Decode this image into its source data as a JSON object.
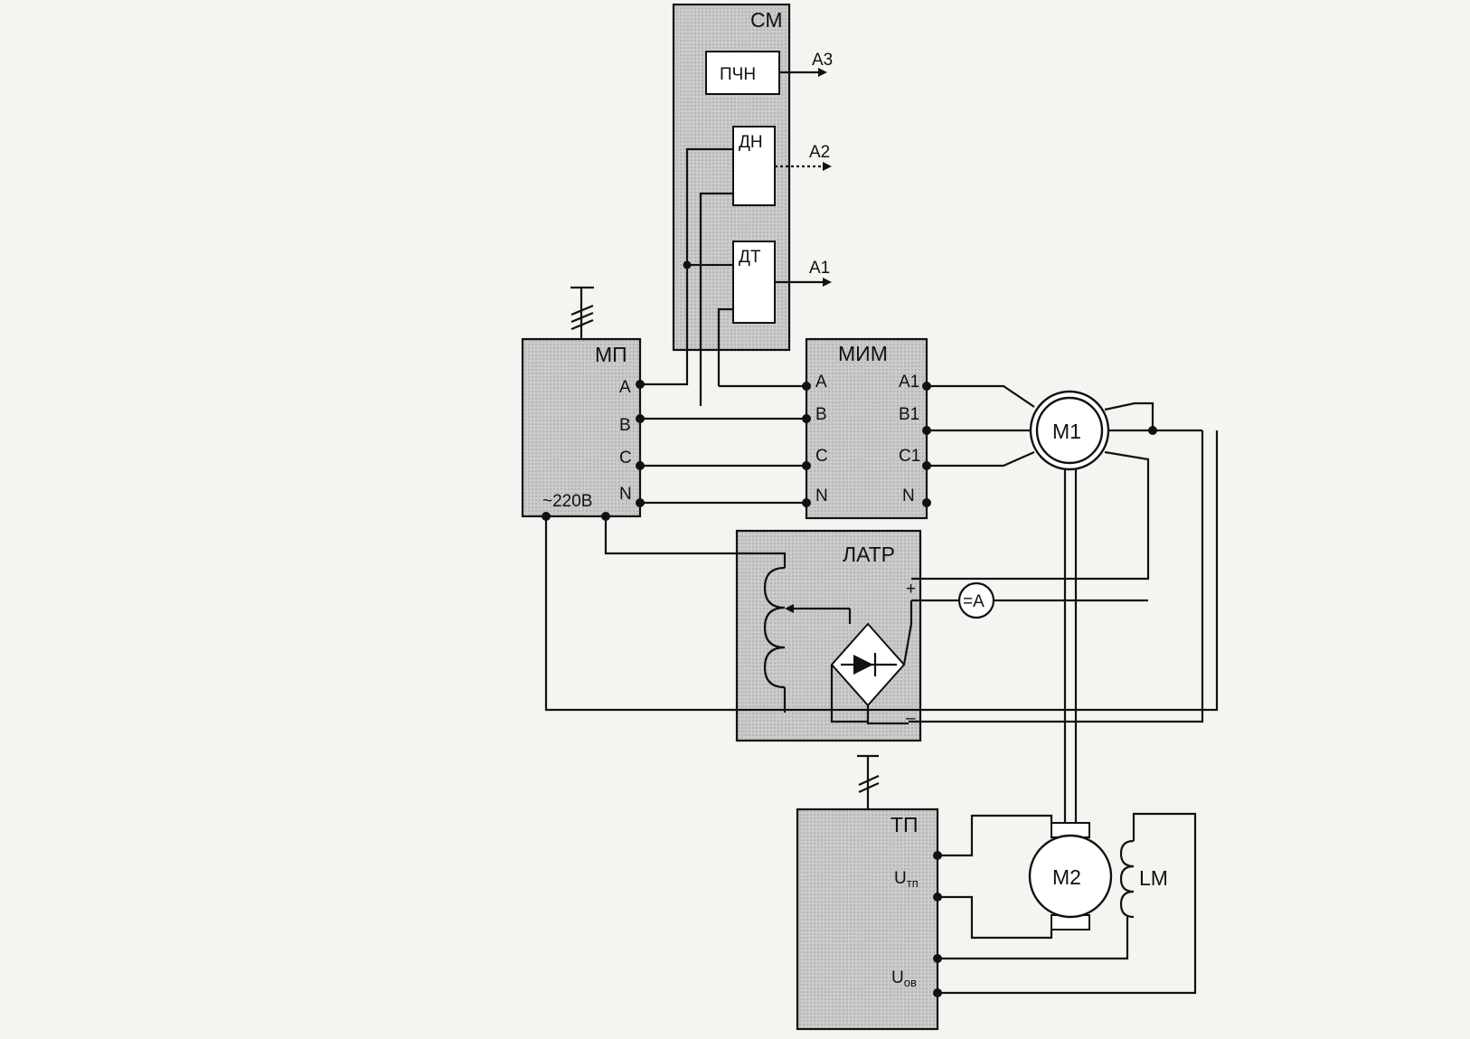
{
  "blocks": {
    "sm": "СМ",
    "pchn": "ПЧН",
    "dn": "ДН",
    "dt": "ДТ",
    "mp": "МП",
    "mim": "МИМ",
    "latr": "ЛАТР",
    "tp": "ТП"
  },
  "outputs": {
    "a3": "А3",
    "a2": "А2",
    "a1": "А1"
  },
  "mp_terminals": {
    "a": "A",
    "b": "B",
    "c": "C",
    "n": "N",
    "supply": "~220В"
  },
  "mim_terminals": {
    "a": "A",
    "b": "B",
    "c": "C",
    "n": "N",
    "a1": "A1",
    "b1": "B1",
    "c1": "C1",
    "n_out": "N"
  },
  "machines": {
    "m1": "M1",
    "m2": "M2",
    "lm": "LM"
  },
  "ammeter": "=A",
  "latr_terminals": {
    "plus": "+",
    "minus": "–"
  },
  "tp_terminals": {
    "u_tp": "U",
    "u_tp_sub": "тп",
    "u_ov": "U",
    "u_ov_sub": "ов"
  }
}
